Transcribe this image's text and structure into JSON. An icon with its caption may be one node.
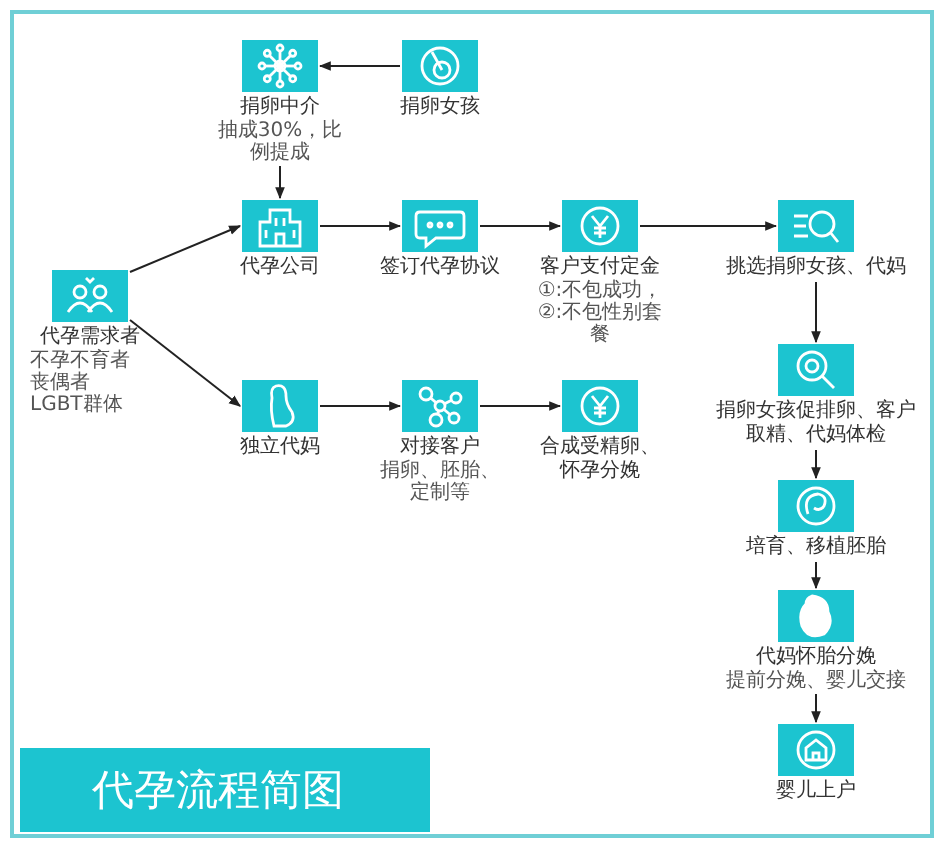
{
  "diagram": {
    "title": "代孕流程简图",
    "nodes": [
      {
        "text": [
          "捐卵中介",
          "抽成30%，比例提成"
        ]
      },
      {
        "text": [
          "捐卵女孩"
        ]
      },
      {
        "text": [
          "代孕公司"
        ]
      },
      {
        "text": [
          "签订代孕协议"
        ]
      },
      {
        "text": [
          "客户支付定金",
          "①:不包成功，②:不包性别套餐"
        ]
      },
      {
        "text": [
          "挑选捐卵女孩、代妈"
        ]
      },
      {
        "text": [
          "代孕需求者",
          "不孕不育者",
          "丧偶者",
          "LGBT群体"
        ]
      },
      {
        "text": [
          "独立代妈"
        ]
      },
      {
        "text": [
          "对接客户",
          "捐卵、胚胎、定制等"
        ]
      },
      {
        "text": [
          "合成受精卵、怀孕分娩"
        ]
      },
      {
        "text": [
          "捐卵女孩促排卵、客户取精、代妈体检"
        ]
      },
      {
        "text": [
          "培育、移植胚胎"
        ]
      },
      {
        "text": [
          "代妈怀胎分娩",
          "提前分娩、婴儿交接"
        ]
      },
      {
        "text": [
          "婴儿上户"
        ]
      }
    ],
    "edges": [
      {
        "from": 1,
        "to": 0,
        "arrow": "to"
      },
      {
        "from": 0,
        "to": 2,
        "arrow": "to"
      },
      {
        "from": 6,
        "to": 2,
        "arrow": "to"
      },
      {
        "from": 6,
        "to": 7,
        "arrow": "to"
      },
      {
        "from": 2,
        "to": 3,
        "arrow": "to"
      },
      {
        "from": 3,
        "to": 4,
        "arrow": "to"
      },
      {
        "from": 4,
        "to": 5,
        "arrow": "to"
      },
      {
        "from": 7,
        "to": 8,
        "arrow": "to"
      },
      {
        "from": 8,
        "to": 9,
        "arrow": "to"
      },
      {
        "from": 5,
        "to": 10,
        "arrow": "to"
      },
      {
        "from": 10,
        "to": 11,
        "arrow": "to"
      },
      {
        "from": 11,
        "to": 12,
        "arrow": "to"
      },
      {
        "from": 12,
        "to": 13,
        "arrow": "to"
      }
    ]
  }
}
